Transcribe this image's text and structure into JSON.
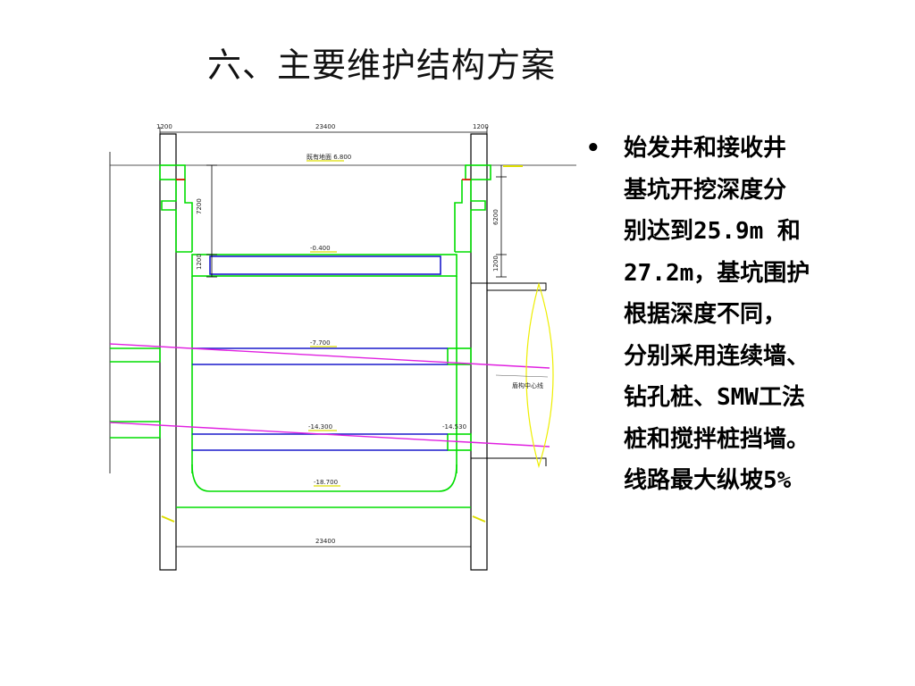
{
  "title": "六、主要维护结构方案",
  "bullet": {
    "symbol": "•",
    "lines": [
      "始发井和接收井",
      "基坑开挖深度分",
      "别达到25.9m 和",
      "27.2m，基坑围护",
      "根据深度不同，",
      "分别采用连续墙、",
      "钻孔桩、SMW工法",
      "桩和搅拌桩挡墙。",
      "线路最大纵坡5%"
    ]
  },
  "diagram": {
    "dim_top_width": "23400",
    "dim_bottom_width": "23400",
    "dim_left_wall": "1200",
    "dim_right_wall": "1200",
    "ground_level": "既有地面 6.800",
    "level_1": "-0.400",
    "level_2": "-7.700",
    "level_3": "-14.300",
    "level_3_right": "-14.530",
    "level_4": "-18.700",
    "left_vertical_dim": "7200",
    "right_vertical_dim_1": "6200",
    "right_vertical_dim_2": "1200",
    "left_small_dim": "1200",
    "tunnel_label": "盾构中心线",
    "colors": {
      "structure_green": "#00dd00",
      "slab_blue": "#1a1acc",
      "track_magenta": "#e020e0",
      "tunnel_yellow": "#eeee00",
      "wall_black": "#000000"
    }
  }
}
